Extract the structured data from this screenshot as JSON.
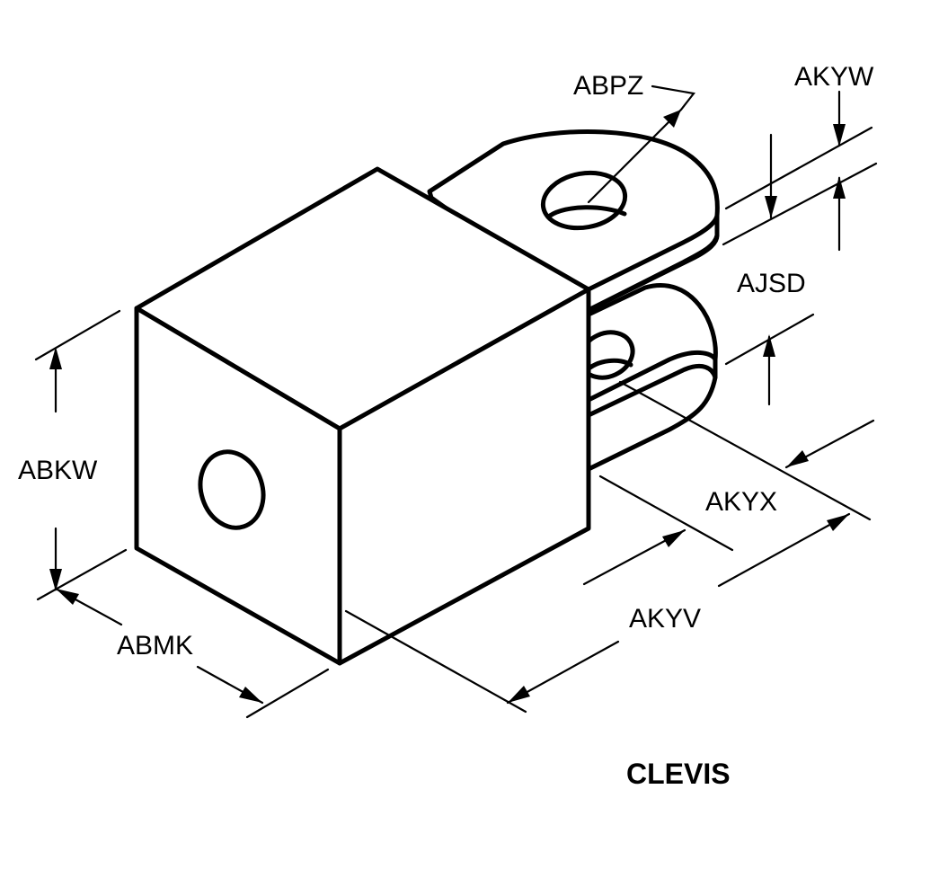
{
  "diagram": {
    "title": "CLEVIS",
    "dimensions": {
      "abpz": "ABPZ",
      "akyw": "AKYW",
      "ajsd": "AJSD",
      "abkw": "ABKW",
      "akyx": "AKYX",
      "akyv": "AKYV",
      "abmk": "ABMK"
    }
  }
}
